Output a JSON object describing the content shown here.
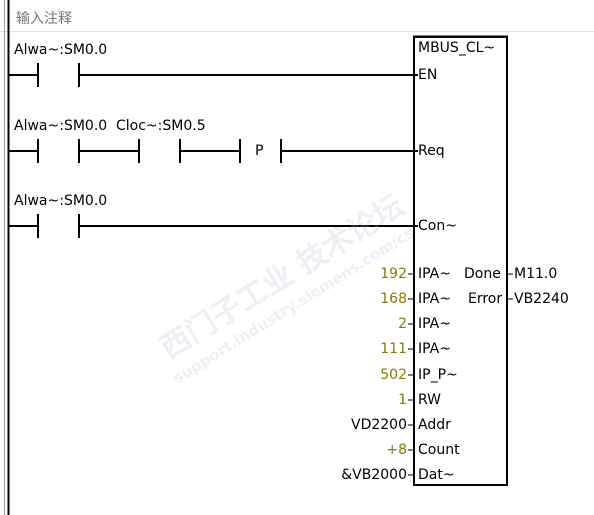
{
  "network_comment": "输入注释",
  "rung1": {
    "contact_label": "Alwa~:SM0.0"
  },
  "rung2": {
    "contact1_label": "Alwa~:SM0.0",
    "contact2_label": "Cloc~:SM0.5",
    "pulse_label": "P"
  },
  "rung3": {
    "contact_label": "Alwa~:SM0.0"
  },
  "block": {
    "title": "MBUS_CL~",
    "inputs": [
      {
        "pin": "EN",
        "value": ""
      },
      {
        "pin": "Req",
        "value": ""
      },
      {
        "pin": "Con~",
        "value": ""
      },
      {
        "pin": "IPA~",
        "value": "192"
      },
      {
        "pin": "IPA~",
        "value": "168"
      },
      {
        "pin": "IPA~",
        "value": "2"
      },
      {
        "pin": "IPA~",
        "value": "111"
      },
      {
        "pin": "IP_P~",
        "value": "502"
      },
      {
        "pin": "RW",
        "value": "1"
      },
      {
        "pin": "Addr",
        "value": "VD2200"
      },
      {
        "pin": "Count",
        "value": "+8"
      },
      {
        "pin": "Dat~",
        "value": "&VB2000"
      }
    ],
    "outputs": [
      {
        "pin": "Done",
        "value": "M11.0"
      },
      {
        "pin": "Error",
        "value": "VB2240"
      }
    ]
  },
  "watermark": {
    "cn": "西门子工业  技术论坛",
    "url": "support.industry.siemens.com/cs"
  },
  "colors": {
    "numeric_constant": "#8a7a00",
    "wire": "#000000",
    "header_rule": "#e2e2e2"
  }
}
